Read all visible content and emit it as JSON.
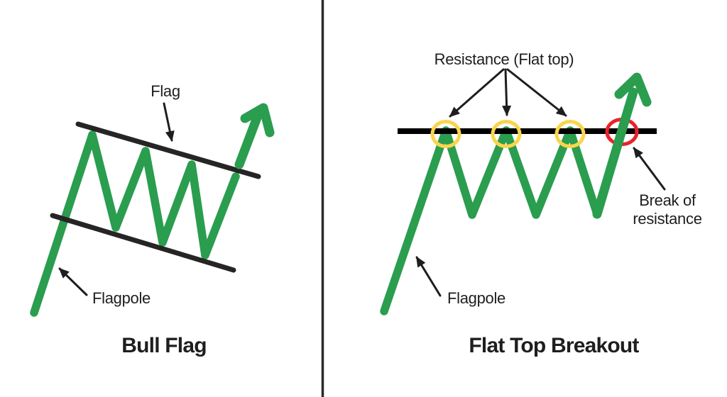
{
  "colors": {
    "green": "#2a9d4f",
    "flag_line": "#262424",
    "resistance_line": "#000000",
    "yellow": "#fbd44c",
    "red": "#e8232b",
    "text": "#1e1e1e",
    "divider": "#2a2a2a",
    "bg": "#ffffff"
  },
  "left_panel": {
    "title": "Bull Flag",
    "labels": {
      "flag": "Flag",
      "flagpole": "Flagpole"
    }
  },
  "right_panel": {
    "title": "Flat Top Breakout",
    "labels": {
      "resistance": "Resistance (Flat top)",
      "break_line1": "Break of",
      "break_line2": "resistance",
      "flagpole": "Flagpole"
    }
  }
}
